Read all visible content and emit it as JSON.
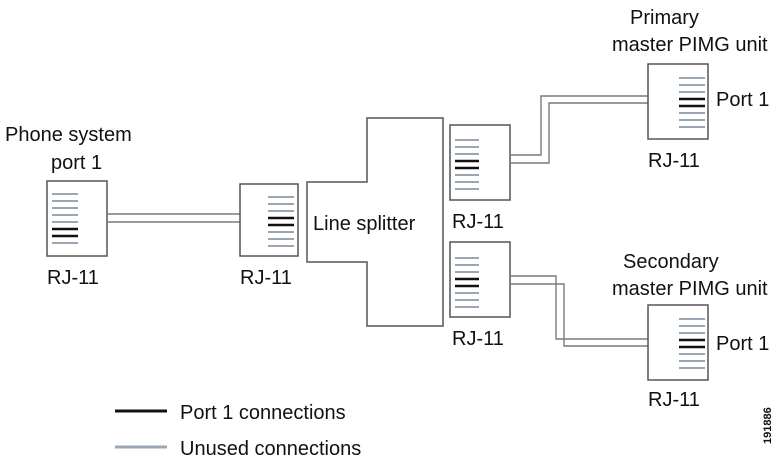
{
  "labels": {
    "phone_system": [
      "Phone system",
      "port 1"
    ],
    "primary": [
      "Primary",
      "master PIMG unit"
    ],
    "secondary": [
      "Secondary",
      "master PIMG unit"
    ],
    "line_splitter": "Line splitter",
    "rj11": "RJ-11",
    "port1": "Port 1"
  },
  "legend": {
    "port1_connections": "Port 1 connections",
    "unused_connections": "Unused connections"
  },
  "figure_id": "191886",
  "colors": {
    "port1_pin": "#111111",
    "unused_pin": "#9aa7b3",
    "box_stroke": "#555555",
    "cable": "#7a7a7a"
  }
}
